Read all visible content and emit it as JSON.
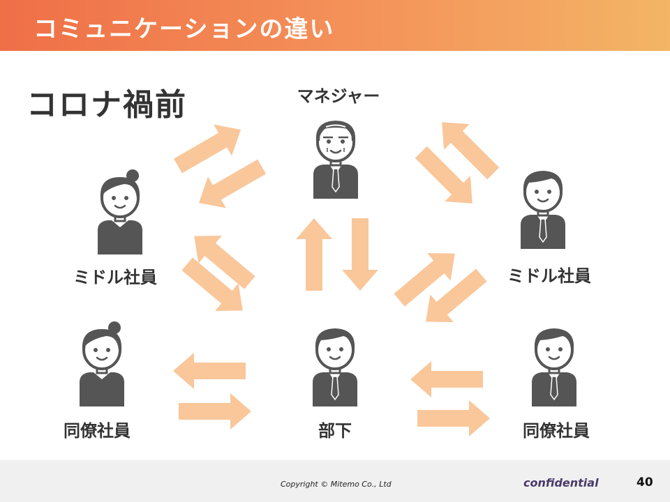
{
  "header": {
    "title": "コミュニケーションの違い"
  },
  "section": {
    "label": "コロナ禍前"
  },
  "people": {
    "manager": "マネジャー",
    "middle_left": "ミドル社員",
    "middle_right": "ミドル社員",
    "peer_left": "同僚社員",
    "subordinate": "部下",
    "peer_right": "同僚社員"
  },
  "footer": {
    "copyright": "Copyright © Mitemo Co., Ltd",
    "confidential": "confidential",
    "page_number": "40"
  },
  "colors": {
    "header_start": "#ef6f47",
    "header_end": "#f3b566",
    "arrow": "#f9c79a",
    "figure": "#555555"
  }
}
